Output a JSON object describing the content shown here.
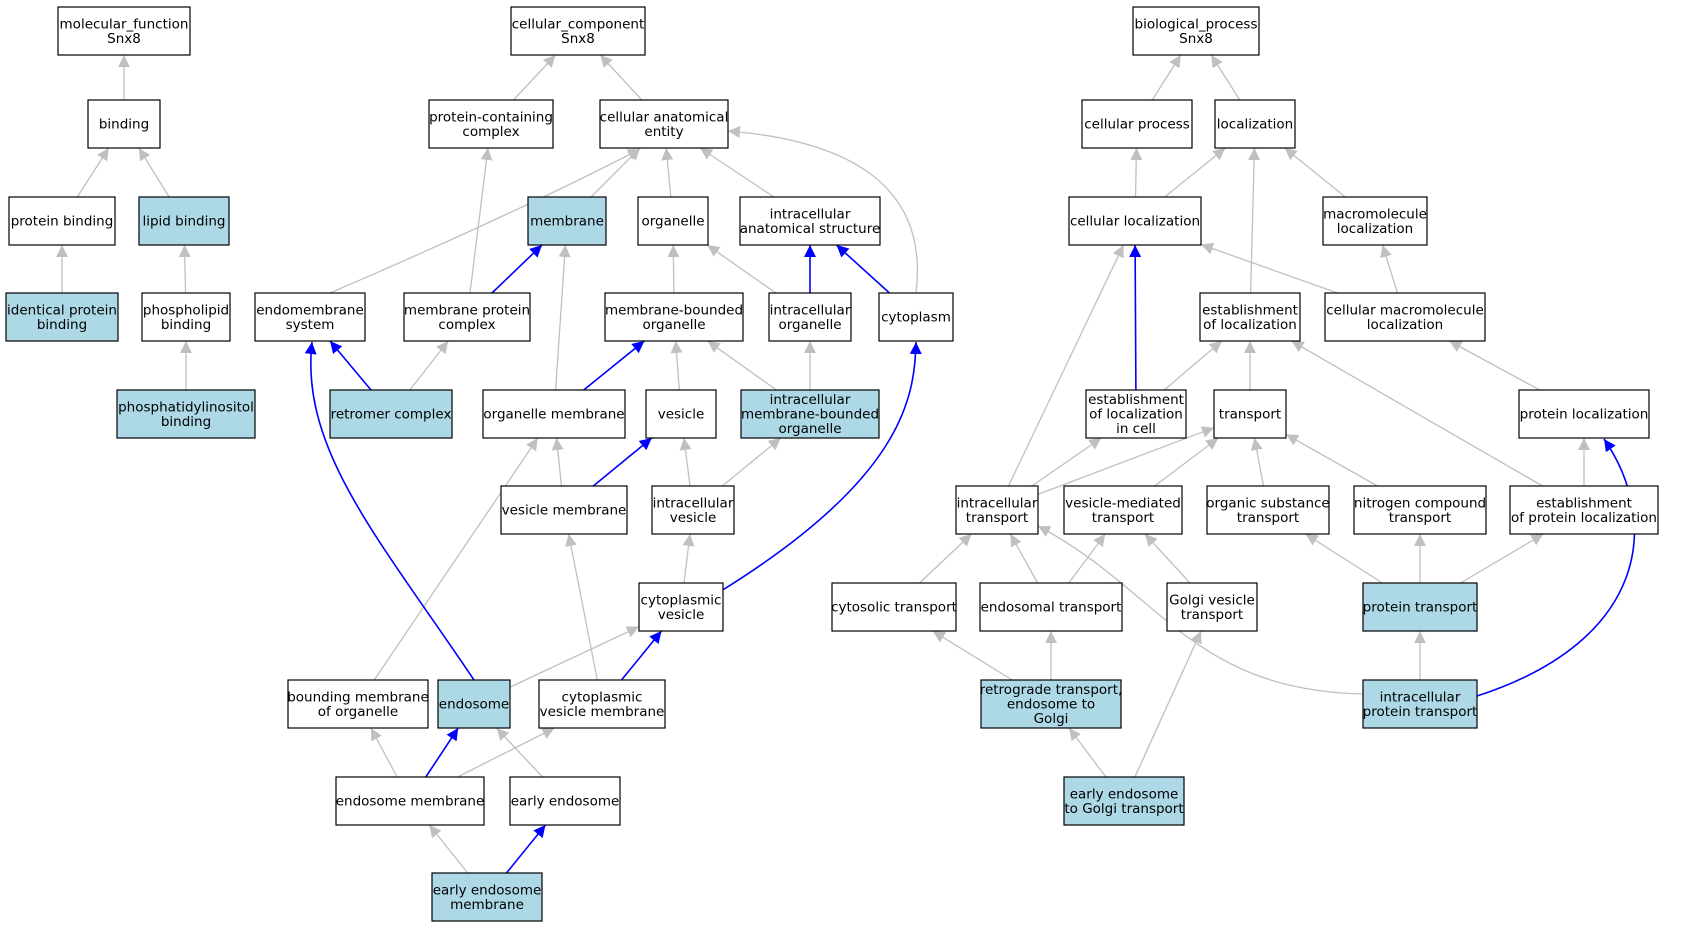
{
  "colors": {
    "highlight": "#add8e6",
    "plain": "#ffffff",
    "edge_gray": "#c0c0c0",
    "edge_blue": "#0000ff"
  },
  "nodes": {
    "mf_root": {
      "label": [
        "molecular_function",
        "Snx8"
      ],
      "hl": false
    },
    "binding": {
      "label": [
        "binding"
      ],
      "hl": false
    },
    "protein_binding": {
      "label": [
        "protein binding"
      ],
      "hl": false
    },
    "lipid_binding": {
      "label": [
        "lipid binding"
      ],
      "hl": true
    },
    "identical_protein_binding": {
      "label": [
        "identical protein",
        "binding"
      ],
      "hl": true
    },
    "phospholipid_binding": {
      "label": [
        "phospholipid",
        "binding"
      ],
      "hl": false
    },
    "phosphatidylinositol_binding": {
      "label": [
        "phosphatidylinositol",
        "binding"
      ],
      "hl": true
    },
    "cc_root": {
      "label": [
        "cellular_component",
        "Snx8"
      ],
      "hl": false
    },
    "protein_containing_complex": {
      "label": [
        "protein-containing",
        "complex"
      ],
      "hl": false
    },
    "cellular_anatomical_entity": {
      "label": [
        "cellular anatomical",
        "entity"
      ],
      "hl": false
    },
    "membrane": {
      "label": [
        "membrane"
      ],
      "hl": true
    },
    "organelle": {
      "label": [
        "organelle"
      ],
      "hl": false
    },
    "intracellular_anatomical_structure": {
      "label": [
        "intracellular",
        "anatomical structure"
      ],
      "hl": false
    },
    "endomembrane_system": {
      "label": [
        "endomembrane",
        "system"
      ],
      "hl": false
    },
    "membrane_protein_complex": {
      "label": [
        "membrane protein",
        "complex"
      ],
      "hl": false
    },
    "membrane_bounded_organelle": {
      "label": [
        "membrane-bounded",
        "organelle"
      ],
      "hl": false
    },
    "intracellular_organelle": {
      "label": [
        "intracellular",
        "organelle"
      ],
      "hl": false
    },
    "cytoplasm": {
      "label": [
        "cytoplasm"
      ],
      "hl": false
    },
    "retromer_complex": {
      "label": [
        "retromer complex"
      ],
      "hl": true
    },
    "organelle_membrane": {
      "label": [
        "organelle membrane"
      ],
      "hl": false
    },
    "vesicle": {
      "label": [
        "vesicle"
      ],
      "hl": false
    },
    "intracellular_membrane_bounded_organelle": {
      "label": [
        "intracellular",
        "membrane-bounded",
        "organelle"
      ],
      "hl": true
    },
    "vesicle_membrane": {
      "label": [
        "vesicle membrane"
      ],
      "hl": false
    },
    "intracellular_vesicle": {
      "label": [
        "intracellular",
        "vesicle"
      ],
      "hl": false
    },
    "cytoplasmic_vesicle": {
      "label": [
        "cytoplasmic",
        "vesicle"
      ],
      "hl": false
    },
    "bounding_membrane_of_organelle": {
      "label": [
        "bounding membrane",
        "of organelle"
      ],
      "hl": false
    },
    "endosome": {
      "label": [
        "endosome"
      ],
      "hl": true
    },
    "cytoplasmic_vesicle_membrane": {
      "label": [
        "cytoplasmic",
        "vesicle membrane"
      ],
      "hl": false
    },
    "endosome_membrane": {
      "label": [
        "endosome membrane"
      ],
      "hl": false
    },
    "early_endosome": {
      "label": [
        "early endosome"
      ],
      "hl": false
    },
    "early_endosome_membrane": {
      "label": [
        "early endosome",
        "membrane"
      ],
      "hl": true
    },
    "bp_root": {
      "label": [
        "biological_process",
        "Snx8"
      ],
      "hl": false
    },
    "cellular_process": {
      "label": [
        "cellular process"
      ],
      "hl": false
    },
    "localization": {
      "label": [
        "localization"
      ],
      "hl": false
    },
    "cellular_localization": {
      "label": [
        "cellular localization"
      ],
      "hl": false
    },
    "macromolecule_localization": {
      "label": [
        "macromolecule",
        "localization"
      ],
      "hl": false
    },
    "establishment_of_localization": {
      "label": [
        "establishment",
        "of localization"
      ],
      "hl": false
    },
    "cellular_macromolecule_localization": {
      "label": [
        "cellular macromolecule",
        "localization"
      ],
      "hl": false
    },
    "establishment_of_localization_in_cell": {
      "label": [
        "establishment",
        "of localization",
        "in cell"
      ],
      "hl": false
    },
    "transport": {
      "label": [
        "transport"
      ],
      "hl": false
    },
    "protein_localization": {
      "label": [
        "protein localization"
      ],
      "hl": false
    },
    "intracellular_transport": {
      "label": [
        "intracellular",
        "transport"
      ],
      "hl": false
    },
    "vesicle_mediated_transport": {
      "label": [
        "vesicle-mediated",
        "transport"
      ],
      "hl": false
    },
    "organic_substance_transport": {
      "label": [
        "organic substance",
        "transport"
      ],
      "hl": false
    },
    "nitrogen_compound_transport": {
      "label": [
        "nitrogen compound",
        "transport"
      ],
      "hl": false
    },
    "establishment_of_protein_localization": {
      "label": [
        "establishment",
        "of protein localization"
      ],
      "hl": false
    },
    "cytosolic_transport": {
      "label": [
        "cytosolic transport"
      ],
      "hl": false
    },
    "endosomal_transport": {
      "label": [
        "endosomal transport"
      ],
      "hl": false
    },
    "golgi_vesicle_transport": {
      "label": [
        "Golgi vesicle",
        "transport"
      ],
      "hl": false
    },
    "protein_transport": {
      "label": [
        "protein transport"
      ],
      "hl": true
    },
    "retrograde_transport": {
      "label": [
        "retrograde transport,",
        "endosome to",
        "Golgi"
      ],
      "hl": true
    },
    "intracellular_protein_transport": {
      "label": [
        "intracellular",
        "protein transport"
      ],
      "hl": true
    },
    "early_endosome_to_golgi": {
      "label": [
        "early endosome",
        "to Golgi transport"
      ],
      "hl": true
    }
  },
  "edges": [
    [
      "binding",
      "mf_root",
      "gray"
    ],
    [
      "protein_binding",
      "binding",
      "gray"
    ],
    [
      "lipid_binding",
      "binding",
      "gray"
    ],
    [
      "identical_protein_binding",
      "protein_binding",
      "gray"
    ],
    [
      "phospholipid_binding",
      "lipid_binding",
      "gray"
    ],
    [
      "phosphatidylinositol_binding",
      "phospholipid_binding",
      "gray"
    ],
    [
      "protein_containing_complex",
      "cc_root",
      "gray"
    ],
    [
      "cellular_anatomical_entity",
      "cc_root",
      "gray"
    ],
    [
      "membrane",
      "cellular_anatomical_entity",
      "gray"
    ],
    [
      "organelle",
      "cellular_anatomical_entity",
      "gray"
    ],
    [
      "intracellular_anatomical_structure",
      "cellular_anatomical_entity",
      "gray"
    ],
    [
      "endomembrane_system",
      "cellular_anatomical_entity",
      "gray"
    ],
    [
      "cytoplasm",
      "cellular_anatomical_entity",
      "gray"
    ],
    [
      "membrane_protein_complex",
      "protein_containing_complex",
      "gray"
    ],
    [
      "membrane_protein_complex",
      "membrane",
      "blue"
    ],
    [
      "membrane_bounded_organelle",
      "organelle",
      "gray"
    ],
    [
      "intracellular_organelle",
      "organelle",
      "gray"
    ],
    [
      "intracellular_organelle",
      "intracellular_anatomical_structure",
      "blue"
    ],
    [
      "cytoplasm",
      "intracellular_anatomical_structure",
      "blue"
    ],
    [
      "retromer_complex",
      "endomembrane_system",
      "blue"
    ],
    [
      "retromer_complex",
      "membrane_protein_complex",
      "gray"
    ],
    [
      "organelle_membrane",
      "membrane",
      "gray"
    ],
    [
      "organelle_membrane",
      "membrane_bounded_organelle",
      "blue"
    ],
    [
      "vesicle",
      "membrane_bounded_organelle",
      "gray"
    ],
    [
      "intracellular_membrane_bounded_organelle",
      "membrane_bounded_organelle",
      "gray"
    ],
    [
      "intracellular_membrane_bounded_organelle",
      "intracellular_organelle",
      "gray"
    ],
    [
      "vesicle_membrane",
      "organelle_membrane",
      "gray"
    ],
    [
      "vesicle_membrane",
      "vesicle",
      "blue"
    ],
    [
      "intracellular_vesicle",
      "vesicle",
      "gray"
    ],
    [
      "intracellular_vesicle",
      "intracellular_membrane_bounded_organelle",
      "gray"
    ],
    [
      "cytoplasmic_vesicle",
      "intracellular_vesicle",
      "gray"
    ],
    [
      "cytoplasmic_vesicle",
      "cytoplasm",
      "blue"
    ],
    [
      "bounding_membrane_of_organelle",
      "organelle_membrane",
      "gray"
    ],
    [
      "endosome",
      "cytoplasmic_vesicle",
      "gray"
    ],
    [
      "endosome",
      "endomembrane_system",
      "blue"
    ],
    [
      "cytoplasmic_vesicle_membrane",
      "vesicle_membrane",
      "gray"
    ],
    [
      "cytoplasmic_vesicle_membrane",
      "cytoplasmic_vesicle",
      "blue"
    ],
    [
      "endosome_membrane",
      "bounding_membrane_of_organelle",
      "gray"
    ],
    [
      "endosome_membrane",
      "endosome",
      "blue"
    ],
    [
      "endosome_membrane",
      "cytoplasmic_vesicle_membrane",
      "gray"
    ],
    [
      "early_endosome",
      "endosome",
      "gray"
    ],
    [
      "early_endosome_membrane",
      "endosome_membrane",
      "gray"
    ],
    [
      "early_endosome_membrane",
      "early_endosome",
      "blue"
    ],
    [
      "cellular_process",
      "bp_root",
      "gray"
    ],
    [
      "localization",
      "bp_root",
      "gray"
    ],
    [
      "cellular_localization",
      "cellular_process",
      "gray"
    ],
    [
      "cellular_localization",
      "localization",
      "gray"
    ],
    [
      "macromolecule_localization",
      "localization",
      "gray"
    ],
    [
      "establishment_of_localization",
      "localization",
      "gray"
    ],
    [
      "cellular_macromolecule_localization",
      "cellular_localization",
      "gray"
    ],
    [
      "cellular_macromolecule_localization",
      "macromolecule_localization",
      "gray"
    ],
    [
      "establishment_of_localization_in_cell",
      "cellular_localization",
      "blue"
    ],
    [
      "establishment_of_localization_in_cell",
      "establishment_of_localization",
      "gray"
    ],
    [
      "transport",
      "establishment_of_localization",
      "gray"
    ],
    [
      "protein_localization",
      "cellular_macromolecule_localization",
      "gray"
    ],
    [
      "intracellular_transport",
      "cellular_localization",
      "gray"
    ],
    [
      "intracellular_transport",
      "establishment_of_localization_in_cell",
      "gray"
    ],
    [
      "intracellular_transport",
      "transport",
      "gray"
    ],
    [
      "vesicle_mediated_transport",
      "transport",
      "gray"
    ],
    [
      "organic_substance_transport",
      "transport",
      "gray"
    ],
    [
      "nitrogen_compound_transport",
      "transport",
      "gray"
    ],
    [
      "establishment_of_protein_localization",
      "establishment_of_localization",
      "gray"
    ],
    [
      "establishment_of_protein_localization",
      "protein_localization",
      "gray"
    ],
    [
      "cytosolic_transport",
      "intracellular_transport",
      "gray"
    ],
    [
      "endosomal_transport",
      "intracellular_transport",
      "gray"
    ],
    [
      "endosomal_transport",
      "vesicle_mediated_transport",
      "gray"
    ],
    [
      "golgi_vesicle_transport",
      "vesicle_mediated_transport",
      "gray"
    ],
    [
      "protein_transport",
      "organic_substance_transport",
      "gray"
    ],
    [
      "protein_transport",
      "nitrogen_compound_transport",
      "gray"
    ],
    [
      "protein_transport",
      "establishment_of_protein_localization",
      "gray"
    ],
    [
      "retrograde_transport",
      "cytosolic_transport",
      "gray"
    ],
    [
      "retrograde_transport",
      "endosomal_transport",
      "gray"
    ],
    [
      "intracellular_protein_transport",
      "protein_transport",
      "gray"
    ],
    [
      "intracellular_protein_transport",
      "intracellular_transport",
      "gray"
    ],
    [
      "intracellular_protein_transport",
      "protein_localization",
      "blue"
    ],
    [
      "early_endosome_to_golgi",
      "retrograde_transport",
      "gray"
    ],
    [
      "early_endosome_to_golgi",
      "golgi_vesicle_transport",
      "gray"
    ]
  ]
}
